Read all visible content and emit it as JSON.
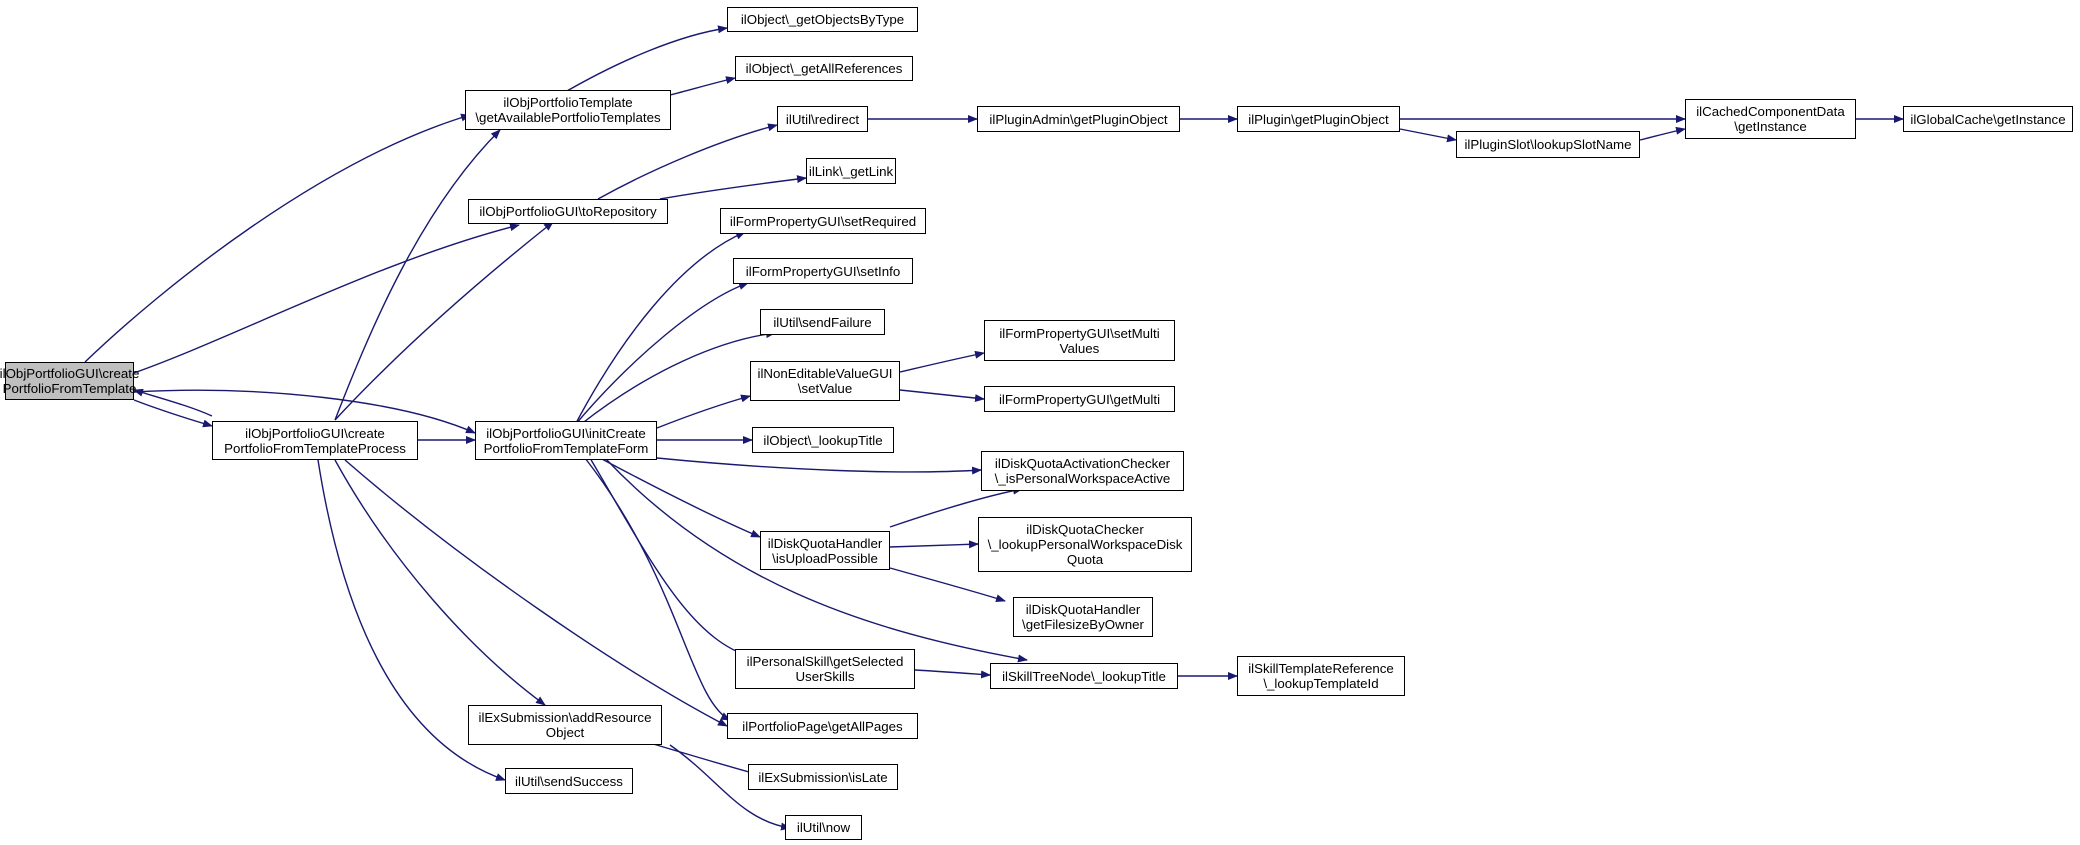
{
  "colors": {
    "edge": "#191970",
    "node_border": "#000000",
    "root_fill": "#bfbfbf",
    "node_fill": "#ffffff"
  },
  "nodes": {
    "root": [
      "ilObjPortfolioGUI\\create",
      "PortfolioFromTemplate"
    ],
    "cpftp": [
      "ilObjPortfolioGUI\\create",
      "PortfolioFromTemplateProcess"
    ],
    "gapt": [
      "ilObjPortfolioTemplate",
      "\\getAvailablePortfolioTemplates"
    ],
    "torepo": [
      "ilObjPortfolioGUI\\toRepository"
    ],
    "icpft": [
      "ilObjPortfolioGUI\\initCreate",
      "PortfolioFromTemplateForm"
    ],
    "exaro": [
      "ilExSubmission\\addResource",
      "Object"
    ],
    "sendsucc": [
      "ilUtil\\sendSuccess"
    ],
    "gobt": [
      "ilObject\\_getObjectsByType"
    ],
    "gar": [
      "ilObject\\_getAllReferences"
    ],
    "redirect": [
      "ilUtil\\redirect"
    ],
    "getlink": [
      "ilLink\\_getLink"
    ],
    "setreq": [
      "ilFormPropertyGUI\\setRequired"
    ],
    "setinfo": [
      "ilFormPropertyGUI\\setInfo"
    ],
    "sendfail": [
      "ilUtil\\sendFailure"
    ],
    "nevsv": [
      "ilNonEditableValueGUI",
      "\\setValue"
    ],
    "looktitle": [
      "ilObject\\_lookupTitle"
    ],
    "dqhiup": [
      "ilDiskQuotaHandler",
      "\\isUploadPossible"
    ],
    "psgss": [
      "ilPersonalSkill\\getSelected",
      "UserSkills"
    ],
    "ppgap": [
      "ilPortfolioPage\\getAllPages"
    ],
    "exislate": [
      "ilExSubmission\\isLate"
    ],
    "utilnow": [
      "ilUtil\\now"
    ],
    "pagpo": [
      "ilPluginAdmin\\getPluginObject"
    ],
    "pgpo": [
      "ilPlugin\\getPluginObject"
    ],
    "pslsn": [
      "ilPluginSlot\\lookupSlotName"
    ],
    "ccdgi": [
      "ilCachedComponentData",
      "\\getInstance"
    ],
    "gcgi": [
      "ilGlobalCache\\getInstance"
    ],
    "setmv": [
      "ilFormPropertyGUI\\setMulti",
      "Values"
    ],
    "getmulti": [
      "ilFormPropertyGUI\\getMulti"
    ],
    "dqac": [
      "ilDiskQuotaActivationChecker",
      "\\_isPersonalWorkspaceActive"
    ],
    "dqc": [
      "ilDiskQuotaChecker",
      "\\_lookupPersonalWorkspaceDisk",
      "Quota"
    ],
    "dqhgfo": [
      "ilDiskQuotaHandler",
      "\\getFilesizeByOwner"
    ],
    "stnlt": [
      "ilSkillTreeNode\\_lookupTitle"
    ],
    "strlt": [
      "ilSkillTemplateReference",
      "\\_lookupTemplateId"
    ]
  }
}
